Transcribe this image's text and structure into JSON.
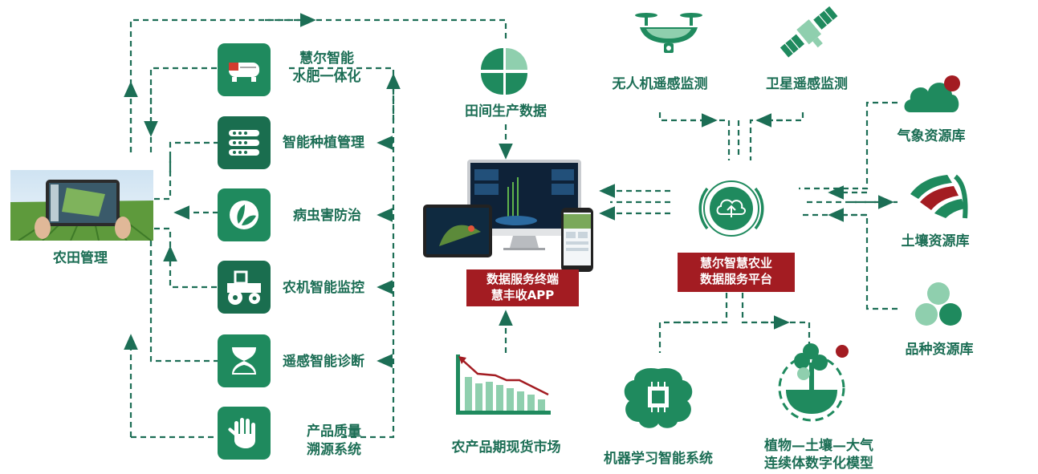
{
  "farm": {
    "label": "农田管理"
  },
  "modules": [
    {
      "line1": "慧尔智能",
      "line2": "水肥一体化"
    },
    {
      "line1": "智能种植管理"
    },
    {
      "line1": "病虫害防治"
    },
    {
      "line1": "农机智能监控"
    },
    {
      "line1": "遥感智能诊断"
    },
    {
      "line1": "产品质量",
      "line2": "溯源系统"
    }
  ],
  "field_data": {
    "label": "田间生产数据"
  },
  "terminal": {
    "line1": "数据服务终端",
    "line2": "慧丰收APP"
  },
  "futures": {
    "label": "农产品期现货市场"
  },
  "drone": {
    "label": "无人机遥感监测"
  },
  "satellite": {
    "label": "卫星遥感监测"
  },
  "platform": {
    "line1": "慧尔智慧农业",
    "line2": "数据服务平台"
  },
  "resources": [
    {
      "label": "气象资源库"
    },
    {
      "label": "土壤资源库"
    },
    {
      "label": "品种资源库"
    }
  ],
  "ml": {
    "label": "机器学习智能系统"
  },
  "model": {
    "line1": "植物—土壤—大气",
    "line2": "连续体数字化模型"
  },
  "colors": {
    "green": "#1f8a5e",
    "dark_green": "#1c6e55",
    "light_green": "#8fcfae",
    "red": "#a31c22"
  }
}
